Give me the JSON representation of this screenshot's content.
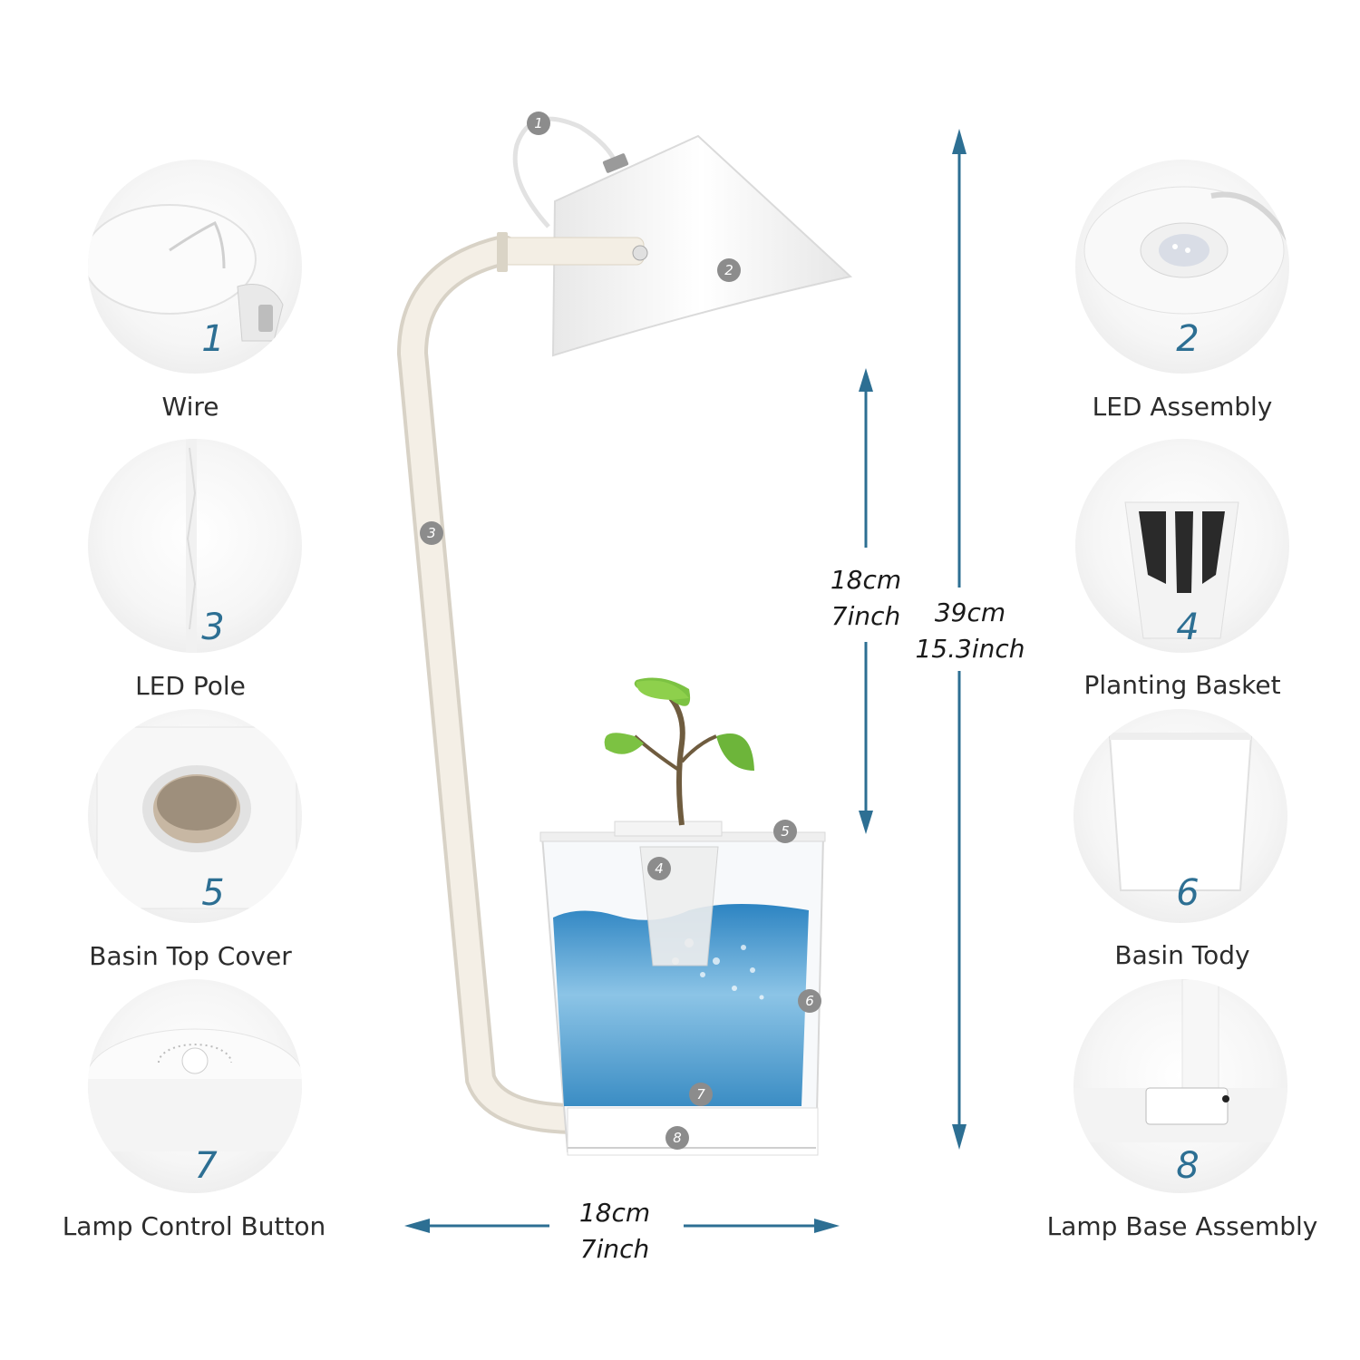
{
  "parts": [
    {
      "number": "1",
      "label": "Wire"
    },
    {
      "number": "2",
      "label": "LED Assembly"
    },
    {
      "number": "3",
      "label": "LED Pole"
    },
    {
      "number": "4",
      "label": "Planting Basket"
    },
    {
      "number": "5",
      "label": "Basin Top Cover"
    },
    {
      "number": "6",
      "label": "Basin Tody"
    },
    {
      "number": "7",
      "label": "Lamp Control Button"
    },
    {
      "number": "8",
      "label": "Lamp Base Assembly"
    }
  ],
  "dimensions": {
    "light_height": {
      "cm": "18cm",
      "inch": "7inch"
    },
    "total_height": {
      "cm": "39cm",
      "inch": "15.3inch"
    },
    "width": {
      "cm": "18cm",
      "inch": "7inch"
    }
  },
  "colors": {
    "accent": "#2d6f93",
    "water": "#3d8fc4",
    "leaf": "#7cc242",
    "badge": "#8c8c8c"
  }
}
